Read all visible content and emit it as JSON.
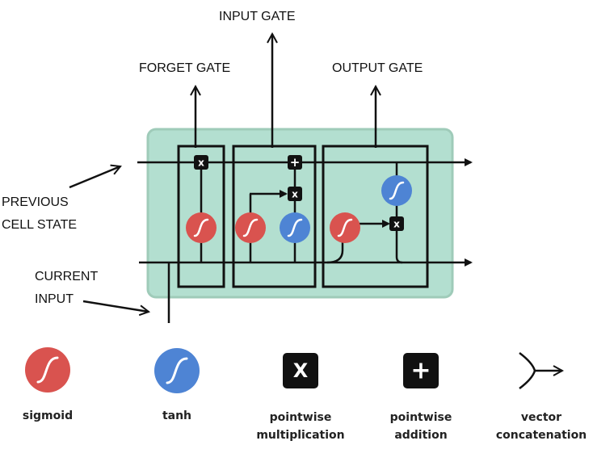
{
  "colors": {
    "cell_fill": "#b3dfd0",
    "cell_border": "#9fcbb9",
    "sigmoid": "#d9534f",
    "tanh": "#4e84d4",
    "op_box": "#111111",
    "line": "#111111"
  },
  "labels": {
    "input_gate": "INPUT GATE",
    "forget_gate": "FORGET GATE",
    "output_gate": "OUTPUT GATE",
    "previous_cell_state_1": "PREVIOUS",
    "previous_cell_state_2": "CELL STATE",
    "current_input_1": "CURRENT",
    "current_input_2": "INPUT"
  },
  "ops": {
    "multiply_symbol": "x",
    "add_symbol": "+"
  },
  "legend": {
    "sigmoid": "sigmoid",
    "tanh": "tanh",
    "pointwise_multiplication_1": "pointwise",
    "pointwise_multiplication_2": "multiplication",
    "pointwise_addition_1": "pointwise",
    "pointwise_addition_2": "addition",
    "vector_concatenation_1": "vector",
    "vector_concatenation_2": "concatenation",
    "multiply_symbol": "X",
    "add_symbol": "+"
  }
}
